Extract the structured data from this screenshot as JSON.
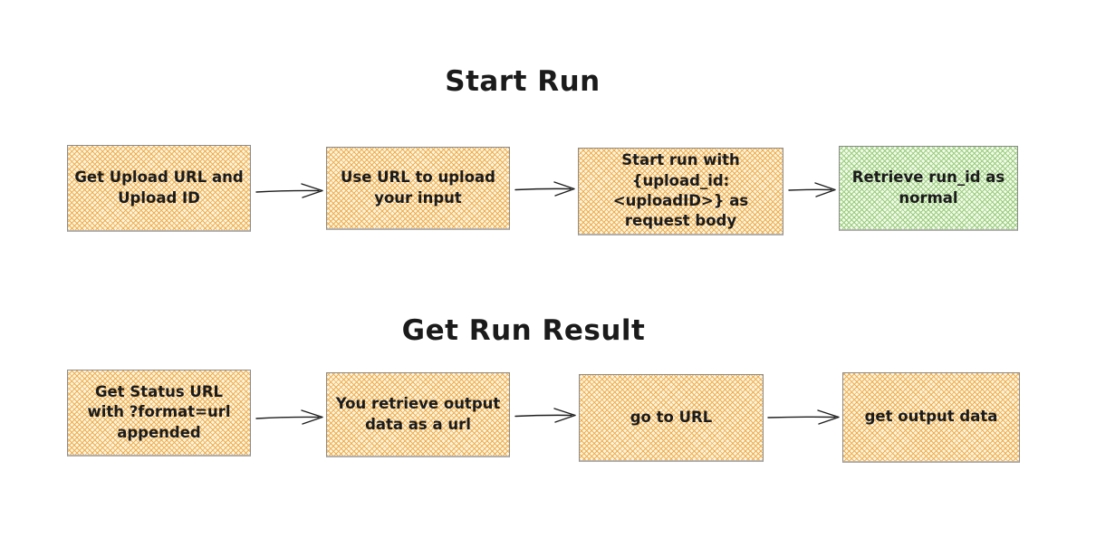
{
  "diagram": {
    "sections": [
      {
        "title": "Start Run",
        "nodes": [
          {
            "label": "Get Upload URL and\nUpload ID",
            "variant": "orange"
          },
          {
            "label": "Use URL to upload\nyour input",
            "variant": "orange"
          },
          {
            "label": "Start run with\n{upload_id:\n<uploadID>} as\nrequest body",
            "variant": "orange"
          },
          {
            "label": "Retrieve run_id as\nnormal",
            "variant": "green"
          }
        ],
        "edges": [
          {
            "from": "Get Upload URL and Upload ID",
            "to": "Use URL to upload your input"
          },
          {
            "from": "Use URL to upload your input",
            "to": "Start run with {upload_id: <uploadID>} as request body"
          },
          {
            "from": "Start run with {upload_id: <uploadID>} as request body",
            "to": "Retrieve run_id as normal"
          }
        ]
      },
      {
        "title": "Get Run Result",
        "nodes": [
          {
            "label": "Get Status URL\nwith ?format=url\nappended",
            "variant": "orange"
          },
          {
            "label": "You retrieve output\ndata as a url",
            "variant": "orange"
          },
          {
            "label": "go to URL",
            "variant": "orange"
          },
          {
            "label": "get output data",
            "variant": "orange"
          }
        ],
        "edges": [
          {
            "from": "Get Status URL with ?format=url appended",
            "to": "You retrieve output data as a url"
          },
          {
            "from": "You retrieve output data as a url",
            "to": "go to URL"
          },
          {
            "from": "go to URL",
            "to": "get output data"
          }
        ]
      }
    ]
  },
  "colors": {
    "canvas-bg": "#ffffff",
    "text-color": "#1b1b1b",
    "node-orange-bg": "#fdf5e1",
    "node-orange-hatch": "#efae4e",
    "node-green-bg": "#f3faec",
    "node-green-hatch": "#97cd79",
    "node-border": "#8c8c8c",
    "node-border-bottom": "#b2b0ae",
    "arrow-stroke": "#1e1e1e"
  }
}
